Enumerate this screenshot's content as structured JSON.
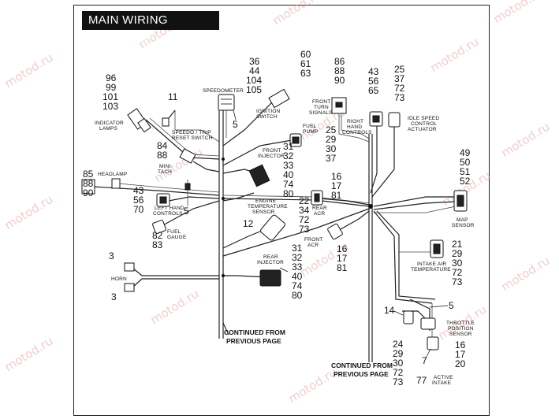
{
  "title": "MAIN WIRING HARNESS",
  "watermark": "motod.ru",
  "continued_left": [
    "CONTINUED FROM",
    "PREVIOUS PAGE"
  ],
  "continued_right": [
    "CONTINUED FROM",
    "PREVIOUS PAGE"
  ],
  "labels": {
    "indicator_lamps": [
      "INDICATOR",
      "LAMPS"
    ],
    "speedo_trip": [
      "SPEEDO / TRIP",
      "RESET SWITCH"
    ],
    "speedometer": [
      "SPEEDOMETER"
    ],
    "ignition": [
      "IGNITION",
      "SWITCH"
    ],
    "front_turn": [
      "FRONT",
      "TURN",
      "SIGNALS"
    ],
    "right_hand": [
      "RIGHT",
      "HAND",
      "CONTROLS"
    ],
    "idle_speed": [
      "IDLE SPEED",
      "CONTROL",
      "ACTUATOR"
    ],
    "fuel_pump": [
      "FUEL",
      "PUMP"
    ],
    "front_injector": [
      "FRONT",
      "INJECTOR"
    ],
    "mini_tach": [
      "MINI",
      "TACH"
    ],
    "headlamp": [
      "HEADLAMP"
    ],
    "engine_temp": [
      "ENGINE",
      "TEMPERATURE",
      "SENSOR"
    ],
    "left_hand": [
      "LEFT HAND",
      "CONTROLS"
    ],
    "fuel_gauge": [
      "FUEL",
      "GAUGE"
    ],
    "rear_acr": [
      "REAR",
      "ACR"
    ],
    "front_acr": [
      "FRONT",
      "ACR"
    ],
    "map_sensor": [
      "MAP",
      "SENSOR"
    ],
    "intake_air": [
      "INTAKE AIR",
      "TEMPERATURE"
    ],
    "horn": [
      "HORN"
    ],
    "rear_injector": [
      "REAR",
      "INJECTOR"
    ],
    "throttle": [
      "THROTTLE",
      "POSITION",
      "SENSOR"
    ],
    "active_intake": [
      "ACTIVE",
      "INTAKE"
    ]
  },
  "callouts": {
    "c_96": [
      "96",
      "99",
      "101",
      "103"
    ],
    "c_11": [
      "11"
    ],
    "c_36": [
      "36",
      "44",
      "104",
      "105"
    ],
    "c_60": [
      "60",
      "61",
      "63"
    ],
    "c_86": [
      "86",
      "88",
      "90"
    ],
    "c_43r": [
      "43",
      "56",
      "65"
    ],
    "c_25r": [
      "25",
      "37",
      "72",
      "73"
    ],
    "c_5a": [
      "5"
    ],
    "c_84": [
      "84",
      "88"
    ],
    "c_25f": [
      "25",
      "29",
      "30",
      "37"
    ],
    "c_31a": [
      "31",
      "32",
      "33",
      "40",
      "74",
      "80"
    ],
    "c_49": [
      "49",
      "50",
      "51",
      "52"
    ],
    "c_85": [
      "85",
      "88",
      "90"
    ],
    "c_43l": [
      "43",
      "56",
      "70"
    ],
    "c_5b": [
      "5"
    ],
    "c_16a": [
      "16",
      "17",
      "81"
    ],
    "c_22": [
      "22",
      "34",
      "72",
      "73"
    ],
    "c_12": [
      "12"
    ],
    "c_82": [
      "82",
      "83"
    ],
    "c_31b": [
      "31",
      "32",
      "33",
      "40",
      "74",
      "80"
    ],
    "c_16b": [
      "16",
      "17",
      "81"
    ],
    "c_21": [
      "21",
      "29",
      "30",
      "72",
      "73"
    ],
    "c_3a": [
      "3"
    ],
    "c_3b": [
      "3"
    ],
    "c_14": [
      "14"
    ],
    "c_5c": [
      "5"
    ],
    "c_24": [
      "24",
      "29",
      "30",
      "72",
      "73"
    ],
    "c_7": [
      "7"
    ],
    "c_16c": [
      "16",
      "17",
      "20"
    ],
    "c_77": [
      "77"
    ]
  }
}
